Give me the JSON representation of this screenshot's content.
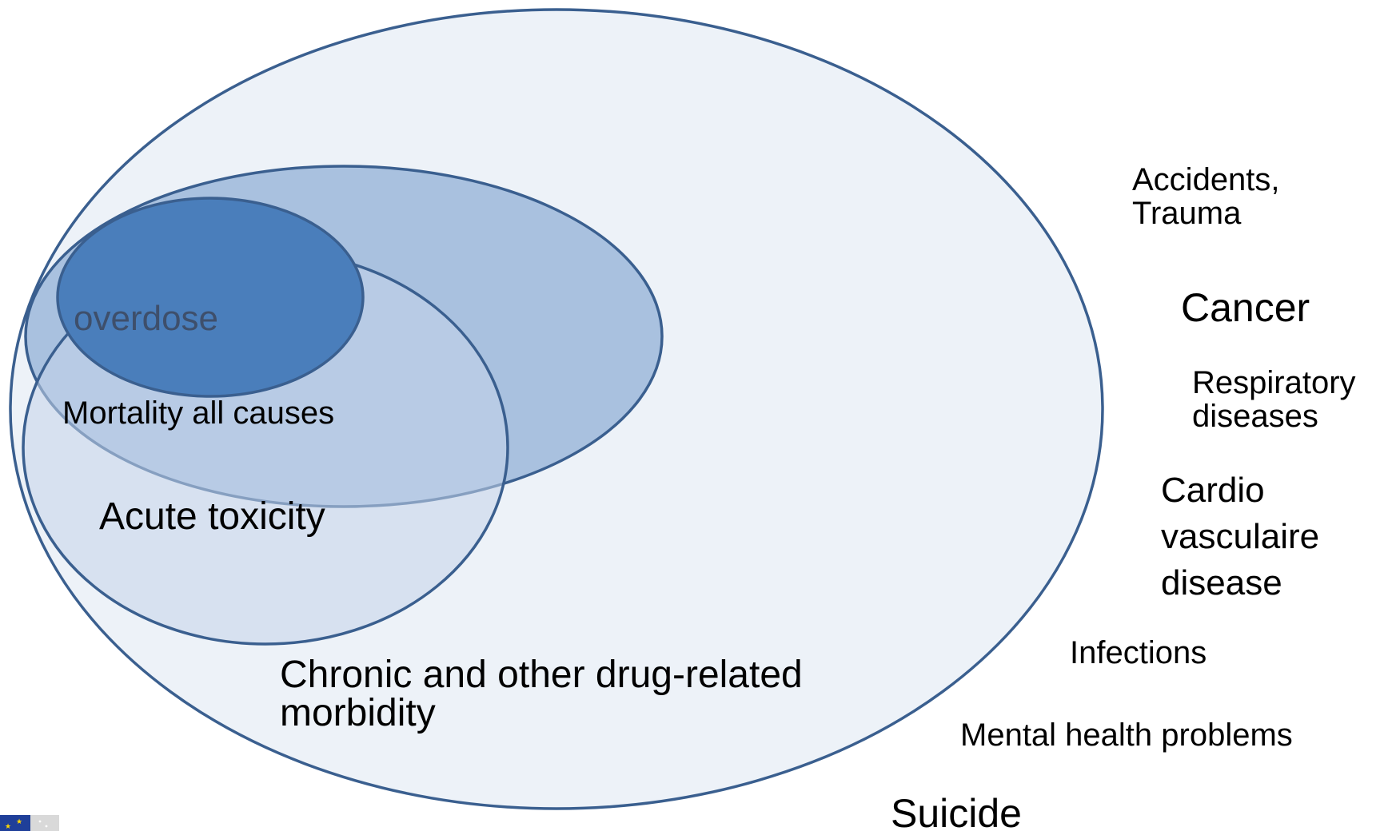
{
  "diagram": {
    "sets": {
      "chronic": {
        "label_lines": [
          "Chronic and other drug-related",
          "morbidity"
        ],
        "fill": "#edf2f8"
      },
      "mortality": {
        "label": "Mortality all causes",
        "fill": "#a9c1df"
      },
      "acute": {
        "label": "Acute toxicity",
        "fill": "#c4d4e9"
      },
      "overdose": {
        "label": "overdose",
        "fill": "#4a7ebb"
      }
    },
    "outline_color": "#3a5f8f",
    "outer_causes": {
      "accidents": [
        "Accidents,",
        "Trauma"
      ],
      "cancer": "Cancer",
      "respiratory": [
        "Respiratory",
        "diseases"
      ],
      "cardio": [
        "Cardio",
        "vasculaire",
        "disease"
      ],
      "infections": "Infections",
      "mental_health": "Mental health problems",
      "suicide": "Suicide"
    }
  },
  "logo": {
    "colors": {
      "flag": "#1f3f99",
      "stars": "#ffd700",
      "panel": "#d9d9d9"
    }
  }
}
